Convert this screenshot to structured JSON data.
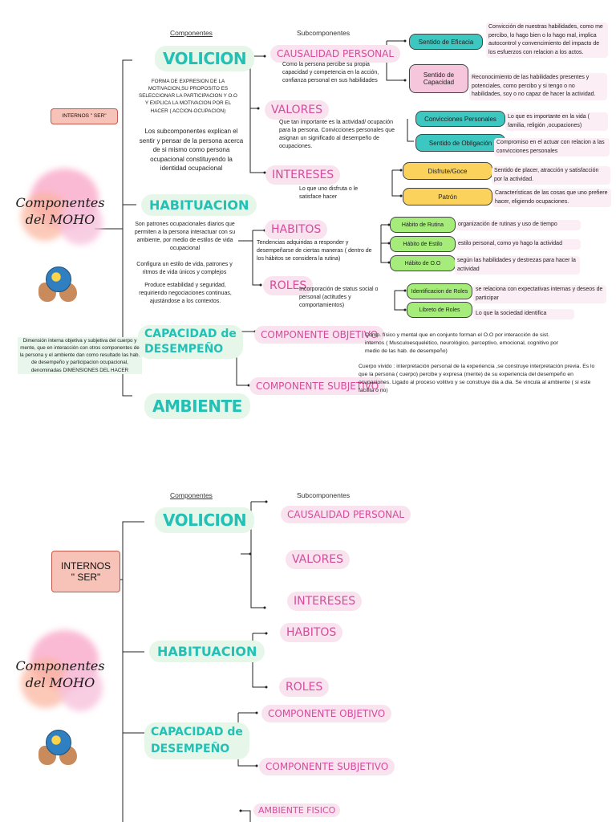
{
  "section1": {
    "headers": {
      "componentes": "Componentes",
      "subcomponentes": "Subcomponentes"
    },
    "internos_label": "INTERNOS \" SER\"",
    "title_line1": "Componentes",
    "title_line2": "del MOHO",
    "volicion": {
      "label": "VOLICION",
      "desc1": "FORMA DE EXPRESION DE LA MOTIVACION,SU PROPOSITO ES SELECCIONAR LA PARTICIPACION Y O.O Y EXPLICA LA MOTIVACION POR EL HACER ( ACCION-OCUPACION)",
      "desc2": "Los subcomponentes explican el sentir y pensar de la persona acerca de si mismo como persona ocupacional constituyendo la identidad ocupacional"
    },
    "causalidad": {
      "label": "CAUSALIDAD PERSONAL",
      "desc": "Como la persona percibe su propia capacidad y competencia en la acción, confianza personal en sus habilidades",
      "items": [
        {
          "label": "Sentido de Eficacia",
          "desc": "Convicción de nuestras habilidades, como me percibo, lo hago bien o lo hago mal, implica autocontrol y convencimiento del impacto de los esfuerzos con relacion a los actos."
        },
        {
          "label": "Sentido de Capacidad",
          "desc": "Reconocimiento de las habilidades presentes y potenciales, como percibo y si tengo o no habilidades, soy o no capaz de hacer la actividad."
        }
      ]
    },
    "valores": {
      "label": "VALORES",
      "desc": "Que tan importante es la actividad/ ocupación para la persona. Convicciones personales que asignan un significado al desempeño de ocupaciones.",
      "items": [
        {
          "label": "Convicciones Personales",
          "desc": "Lo que es importante en la vida ( familia, religión ,ocupaciones)"
        },
        {
          "label": "Sentido de Obligación",
          "desc": "Compromiso en el actuar con relacion a las convicciones personales"
        }
      ]
    },
    "intereses": {
      "label": "INTERESES",
      "desc": "Lo que uno disfruta o le satisface hacer",
      "items": [
        {
          "label": "Disfrute/Goce",
          "desc": "Sentido de placer, atracción y satisfacción por la actividad."
        },
        {
          "label": "Patrón",
          "desc": "Características de las cosas que uno prefiere hacer, eligiendo ocupaciones."
        }
      ]
    },
    "habituacion": {
      "label": "HABITUACION",
      "desc1": "Son patrones ocupacionales diarios que permiten a la persona interactuar con su ambiente, por medio de estilos de vida ocupacional",
      "desc2": "Configura un estilo de vida, patrones y ritmos de vida únicos y complejos",
      "desc3": "Produce estabilidad y seguridad, requiriendo negociaciones continuas, ajustándose a los contextos."
    },
    "habitos": {
      "label": "HABITOS",
      "desc": "Tendencias adquiridas a responder y desempeñarse de ciertas maneras ( dentro de los hábitos se considera la rutina)",
      "items": [
        {
          "label": "Hábito de Rutina",
          "desc": "organización de rutinas y uso de tiempo"
        },
        {
          "label": "Hábito de Estilo",
          "desc": "estilo personal, como yo hago la actividad"
        },
        {
          "label": "Hábito de O.O",
          "desc": "según las habilidades y destrezas para hacer la actividad"
        }
      ]
    },
    "roles": {
      "label": "ROLES",
      "desc": "Incorporación de status social o personal   (actitudes y comportamientos)",
      "items": [
        {
          "label": "Identificacion de Roles",
          "desc": "se relaciona con expectativas internas y deseos de participar"
        },
        {
          "label": "Libreto de Roles",
          "desc": "Lo que la sociedad identifica"
        }
      ]
    },
    "capacidad": {
      "label_line1": "CAPACIDAD de",
      "label_line2": "DESEMPEÑO",
      "desc": "Dimensión interna objetiva y subjetiva del cuerpo y mente, que en interacción con otros componentes de la persona y el ambiente dan como resultado las hab. de desempeño y participacion ocupacional, denominadas DIMENSIONES DEL HACER",
      "objetivo": {
        "label": "COMPONENTE OBJETIVO",
        "desc": "Comp. físico y mental que en conjunto forman el O.O por interacción de sist. internos ( Musculoesquelético, neurológico, perceptivo, emocional, cognitivo por medio de las hab. de desempeño)"
      },
      "subjetivo": {
        "label": "COMPONENTE SUBJETIVO",
        "desc": "Cuerpo vivido : interpretación personal de la experiencia ,se construye  interpretación previa. Es lo que la persona ( cuerpo)  percibe y expresa (mente) de su experiencia del desempeño en ocupaciones.  Ligado al proceso volitivo y se construye dia a dia.  Se vincula al ambiente ( si este facilita o no)"
      }
    },
    "ambiente": {
      "label": "AMBIENTE"
    }
  },
  "section2": {
    "headers": {
      "componentes": "Componentes",
      "subcomponentes": "Subcomponentes"
    },
    "internos_line1": "INTERNOS",
    "internos_line2": "\" SER\"",
    "title_line1": "Componentes",
    "title_line2": "del MOHO",
    "volicion": "VOLICION",
    "causalidad": "CAUSALIDAD PERSONAL",
    "valores": "VALORES",
    "intereses": "INTERESES",
    "habituacion": "HABITUACION",
    "habitos": "HABITOS",
    "roles": "ROLES",
    "capacidad_line1": "CAPACIDAD de",
    "capacidad_line2": "DESEMPEÑO",
    "objetivo": "COMPONENTE OBJETIVO",
    "subjetivo": "COMPONENTE SUBJETIVO",
    "ambiente_fisico": "AMBIENTE FISICO"
  },
  "colors": {
    "teal_text": "#22c0b5",
    "pink_text": "#d44d9b",
    "teal_box": "#3cc7c1",
    "yellow_box": "#fbd35c",
    "green_box": "#a5ec7b",
    "pink_box": "#f6c6dc"
  }
}
